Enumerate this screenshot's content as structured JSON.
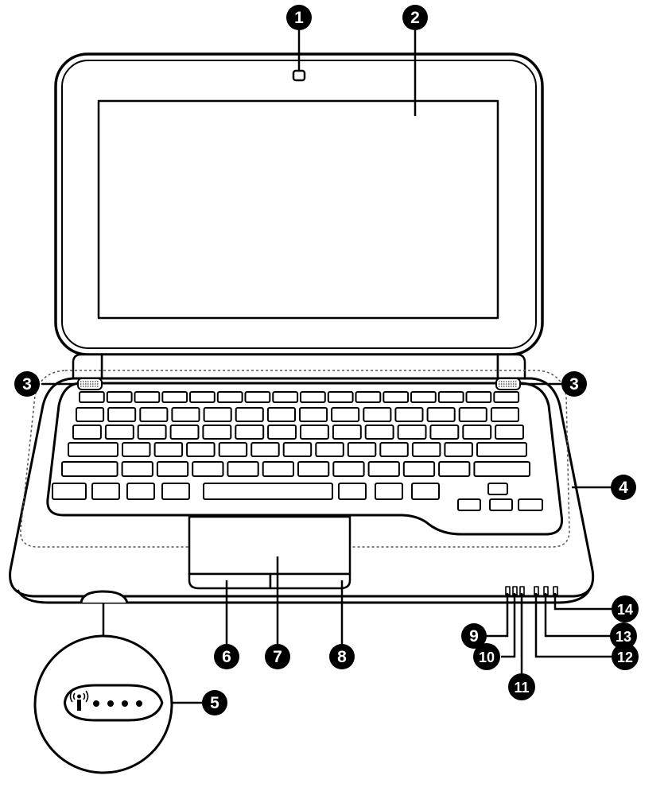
{
  "diagram": {
    "ink_color": "#000000",
    "paper_color": "#ffffff",
    "callouts": [
      {
        "number": "1",
        "points_to": "webcam"
      },
      {
        "number": "2",
        "points_to": "display-screen"
      },
      {
        "number": "3",
        "points_to": "left-speaker"
      },
      {
        "number": "3",
        "points_to": "right-speaker"
      },
      {
        "number": "4",
        "points_to": "palm-rest-area"
      },
      {
        "number": "5",
        "points_to": "status-panel-inset"
      },
      {
        "number": "6",
        "points_to": "left-touchpad-button"
      },
      {
        "number": "7",
        "points_to": "touchpad"
      },
      {
        "number": "8",
        "points_to": "right-touchpad-button"
      },
      {
        "number": "9",
        "points_to": "indicator-light-1"
      },
      {
        "number": "10",
        "points_to": "indicator-light-2"
      },
      {
        "number": "11",
        "points_to": "indicator-light-3"
      },
      {
        "number": "12",
        "points_to": "indicator-light-4"
      },
      {
        "number": "13",
        "points_to": "indicator-light-5"
      },
      {
        "number": "14",
        "points_to": "indicator-light-6"
      }
    ],
    "inset_icons": [
      "wireless-icon"
    ],
    "inset_dots": 4
  }
}
